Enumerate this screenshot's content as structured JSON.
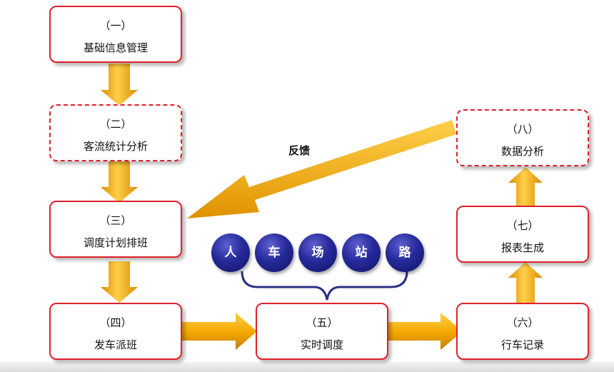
{
  "steps": [
    {
      "num": "（一）",
      "label": "基础信息管理"
    },
    {
      "num": "（二）",
      "label": "客流统计分析"
    },
    {
      "num": "（三）",
      "label": "调度计划排班"
    },
    {
      "num": "（四）",
      "label": "发车派班"
    },
    {
      "num": "（五）",
      "label": "实时调度"
    },
    {
      "num": "（六）",
      "label": "行车记录"
    },
    {
      "num": "（七）",
      "label": "报表生成"
    },
    {
      "num": "（八）",
      "label": "数据分析"
    }
  ],
  "factors": [
    "人",
    "车",
    "场",
    "站",
    "路"
  ],
  "feedback_label": "反馈",
  "colors": {
    "box_border": "#e0202a",
    "arrow": "#f5a800",
    "circle": "#262a9a"
  }
}
